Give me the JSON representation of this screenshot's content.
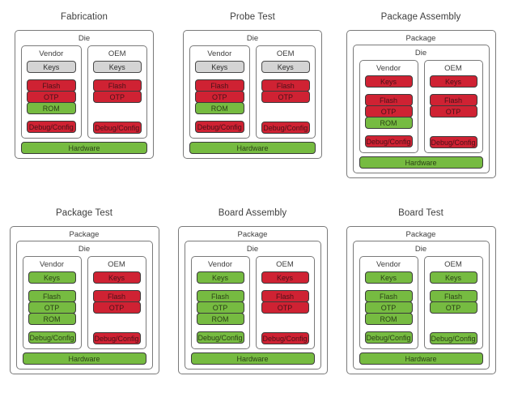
{
  "diagram": {
    "colors": {
      "red": "#cf2233",
      "green": "#76bb41",
      "gray": "#d4d4d4",
      "border": "#3a3a3a",
      "container_border": "#7a7a7a",
      "background": "#ffffff"
    },
    "labels": {
      "package": "Package",
      "die": "Die",
      "vendor": "Vendor",
      "oem": "OEM",
      "hardware": "Hardware",
      "keys": "Keys",
      "flash": "Flash",
      "otp": "OTP",
      "rom": "ROM",
      "debug_config": "Debug/Config"
    }
  },
  "panels": [
    {
      "id": "fabrication",
      "title": "Fabrication",
      "has_package": false,
      "package_label": "Package",
      "die_label": "Die",
      "hardware": {
        "label": "Hardware",
        "state": "green"
      },
      "columns": [
        {
          "name": "Vendor",
          "blocks": [
            {
              "label": "Keys",
              "state": "gray"
            },
            {
              "label": "Flash",
              "state": "red"
            },
            {
              "label": "OTP",
              "state": "red"
            },
            {
              "label": "ROM",
              "state": "green"
            },
            {
              "label": "Debug/Config",
              "state": "red"
            }
          ]
        },
        {
          "name": "OEM",
          "blocks": [
            {
              "label": "Keys",
              "state": "gray"
            },
            {
              "label": "Flash",
              "state": "red"
            },
            {
              "label": "OTP",
              "state": "red"
            },
            {
              "label": "",
              "state": "blank"
            },
            {
              "label": "Debug/Config",
              "state": "red"
            }
          ]
        }
      ]
    },
    {
      "id": "probe-test",
      "title": "Probe Test",
      "has_package": false,
      "package_label": "Package",
      "die_label": "Die",
      "hardware": {
        "label": "Hardware",
        "state": "green"
      },
      "columns": [
        {
          "name": "Vendor",
          "blocks": [
            {
              "label": "Keys",
              "state": "gray"
            },
            {
              "label": "Flash",
              "state": "red"
            },
            {
              "label": "OTP",
              "state": "red"
            },
            {
              "label": "ROM",
              "state": "green"
            },
            {
              "label": "Debug/Config",
              "state": "red"
            }
          ]
        },
        {
          "name": "OEM",
          "blocks": [
            {
              "label": "Keys",
              "state": "gray"
            },
            {
              "label": "Flash",
              "state": "red"
            },
            {
              "label": "OTP",
              "state": "red"
            },
            {
              "label": "",
              "state": "blank"
            },
            {
              "label": "Debug/Config",
              "state": "red"
            }
          ]
        }
      ]
    },
    {
      "id": "package-assembly",
      "title": "Package Assembly",
      "has_package": true,
      "package_label": "Package",
      "die_label": "Die",
      "hardware": {
        "label": "Hardware",
        "state": "green"
      },
      "columns": [
        {
          "name": "Vendor",
          "blocks": [
            {
              "label": "Keys",
              "state": "red"
            },
            {
              "label": "Flash",
              "state": "red"
            },
            {
              "label": "OTP",
              "state": "red"
            },
            {
              "label": "ROM",
              "state": "green"
            },
            {
              "label": "Debug/Config",
              "state": "red"
            }
          ]
        },
        {
          "name": "OEM",
          "blocks": [
            {
              "label": "Keys",
              "state": "red"
            },
            {
              "label": "Flash",
              "state": "red"
            },
            {
              "label": "OTP",
              "state": "red"
            },
            {
              "label": "",
              "state": "blank"
            },
            {
              "label": "Debug/Config",
              "state": "red"
            }
          ]
        }
      ]
    },
    {
      "id": "package-test",
      "title": "Package Test",
      "has_package": true,
      "package_label": "Package",
      "die_label": "Die",
      "hardware": {
        "label": "Hardware",
        "state": "green"
      },
      "columns": [
        {
          "name": "Vendor",
          "blocks": [
            {
              "label": "Keys",
              "state": "green"
            },
            {
              "label": "Flash",
              "state": "green"
            },
            {
              "label": "OTP",
              "state": "green"
            },
            {
              "label": "ROM",
              "state": "green"
            },
            {
              "label": "Debug/Config",
              "state": "green"
            }
          ]
        },
        {
          "name": "OEM",
          "blocks": [
            {
              "label": "Keys",
              "state": "red"
            },
            {
              "label": "Flash",
              "state": "red"
            },
            {
              "label": "OTP",
              "state": "red"
            },
            {
              "label": "",
              "state": "blank"
            },
            {
              "label": "Debug/Config",
              "state": "red"
            }
          ]
        }
      ]
    },
    {
      "id": "board-assembly",
      "title": "Board Assembly",
      "has_package": true,
      "package_label": "Package",
      "die_label": "Die",
      "hardware": {
        "label": "Hardware",
        "state": "green"
      },
      "columns": [
        {
          "name": "Vendor",
          "blocks": [
            {
              "label": "Keys",
              "state": "green"
            },
            {
              "label": "Flash",
              "state": "green"
            },
            {
              "label": "OTP",
              "state": "green"
            },
            {
              "label": "ROM",
              "state": "green"
            },
            {
              "label": "Debug/Config",
              "state": "green"
            }
          ]
        },
        {
          "name": "OEM",
          "blocks": [
            {
              "label": "Keys",
              "state": "red"
            },
            {
              "label": "Flash",
              "state": "red"
            },
            {
              "label": "OTP",
              "state": "red"
            },
            {
              "label": "",
              "state": "blank"
            },
            {
              "label": "Debug/Config",
              "state": "red"
            }
          ]
        }
      ]
    },
    {
      "id": "board-test",
      "title": "Board Test",
      "has_package": true,
      "package_label": "Package",
      "die_label": "Die",
      "hardware": {
        "label": "Hardware",
        "state": "green"
      },
      "columns": [
        {
          "name": "Vendor",
          "blocks": [
            {
              "label": "Keys",
              "state": "green"
            },
            {
              "label": "Flash",
              "state": "green"
            },
            {
              "label": "OTP",
              "state": "green"
            },
            {
              "label": "ROM",
              "state": "green"
            },
            {
              "label": "Debug/Config",
              "state": "green"
            }
          ]
        },
        {
          "name": "OEM",
          "blocks": [
            {
              "label": "Keys",
              "state": "green"
            },
            {
              "label": "Flash",
              "state": "green"
            },
            {
              "label": "OTP",
              "state": "green"
            },
            {
              "label": "",
              "state": "blank"
            },
            {
              "label": "Debug/Config",
              "state": "green"
            }
          ]
        }
      ]
    }
  ]
}
